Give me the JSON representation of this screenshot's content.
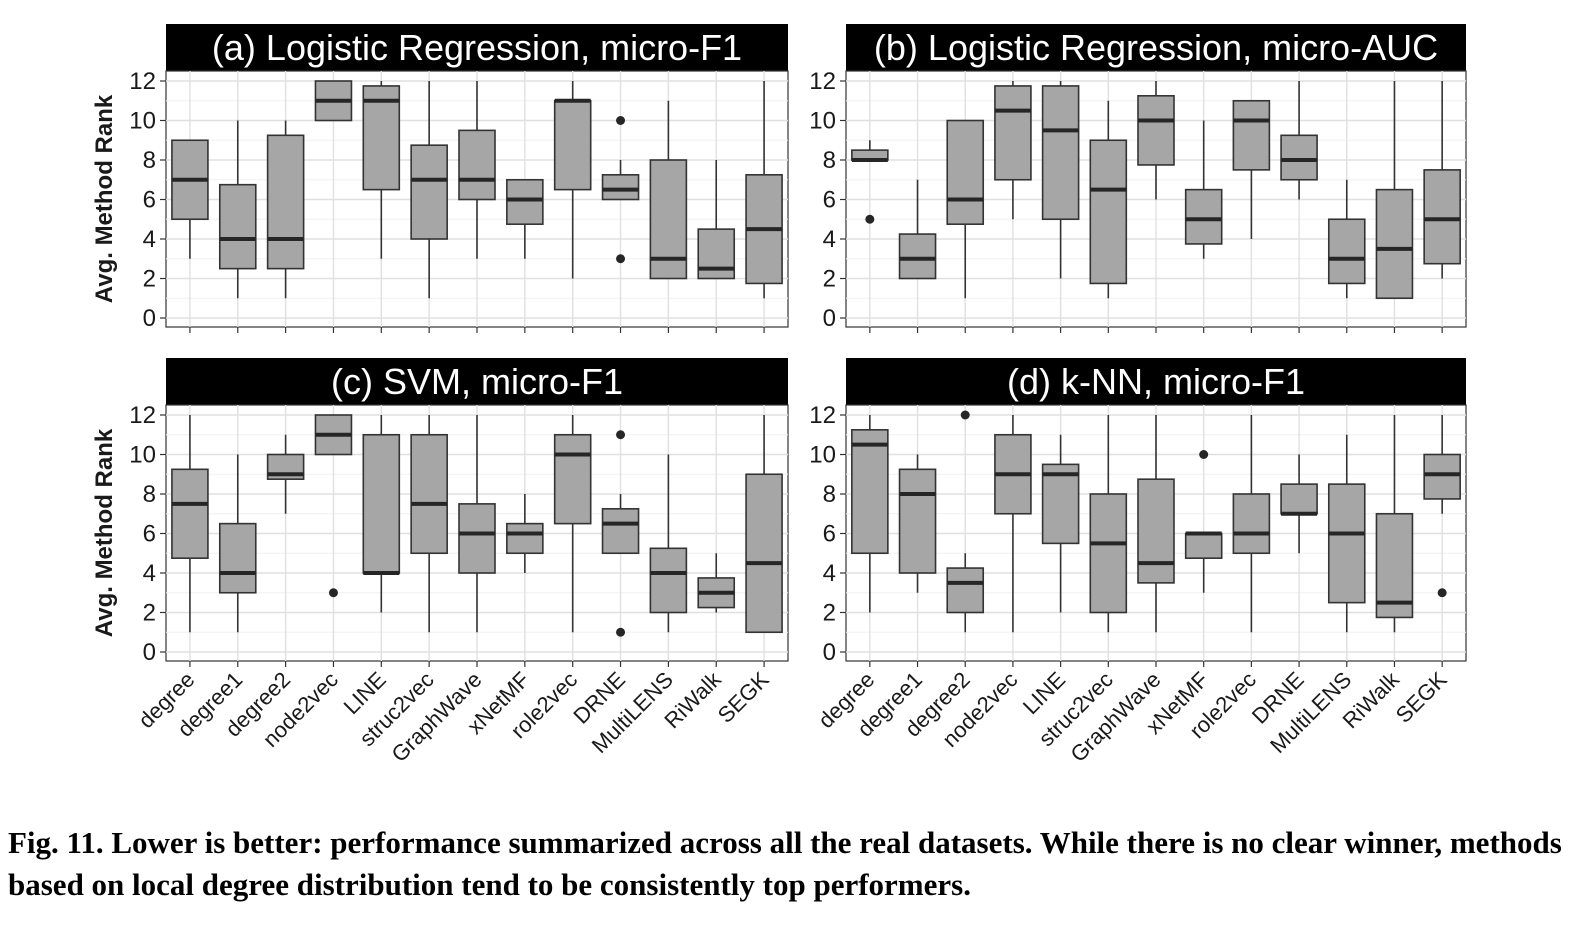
{
  "figure": {
    "caption": "Fig. 11. Lower is better: performance summarized across all the real datasets. While there is no clear winner, methods based on local degree distribution tend to be consistently top performers."
  },
  "chart_data": [
    {
      "type": "box",
      "title": "(a) Logistic Regression, micro-F1",
      "ylabel": "Avg. Method Rank",
      "ylim": [
        0,
        12
      ],
      "yticks": [
        0,
        2,
        4,
        6,
        8,
        10,
        12
      ],
      "box_color": "#a6a6a6",
      "categories": [
        "degree",
        "degree1",
        "degree2",
        "node2vec",
        "LINE",
        "struc2vec",
        "GraphWave",
        "xNetMF",
        "role2vec",
        "DRNE",
        "MultiLENS",
        "RiWalk",
        "SEGK"
      ],
      "boxes": [
        {
          "whisker_low": 3,
          "q1": 5,
          "median": 7,
          "q3": 9,
          "whisker_high": 9,
          "outliers": []
        },
        {
          "whisker_low": 1,
          "q1": 2.5,
          "median": 4,
          "q3": 6.75,
          "whisker_high": 10,
          "outliers": []
        },
        {
          "whisker_low": 1,
          "q1": 2.5,
          "median": 4,
          "q3": 9.25,
          "whisker_high": 10,
          "outliers": []
        },
        {
          "whisker_low": 10,
          "q1": 10,
          "median": 11,
          "q3": 12,
          "whisker_high": 12,
          "outliers": []
        },
        {
          "whisker_low": 3,
          "q1": 6.5,
          "median": 11,
          "q3": 11.75,
          "whisker_high": 12,
          "outliers": []
        },
        {
          "whisker_low": 1,
          "q1": 4,
          "median": 7,
          "q3": 8.75,
          "whisker_high": 12,
          "outliers": []
        },
        {
          "whisker_low": 3,
          "q1": 6,
          "median": 7,
          "q3": 9.5,
          "whisker_high": 12,
          "outliers": []
        },
        {
          "whisker_low": 3,
          "q1": 4.75,
          "median": 6,
          "q3": 7,
          "whisker_high": 7,
          "outliers": []
        },
        {
          "whisker_low": 2,
          "q1": 6.5,
          "median": 11,
          "q3": 11,
          "whisker_high": 12,
          "outliers": []
        },
        {
          "whisker_low": 6,
          "q1": 6,
          "median": 6.5,
          "q3": 7.25,
          "whisker_high": 8,
          "outliers": [
            3,
            10
          ]
        },
        {
          "whisker_low": 2,
          "q1": 2,
          "median": 3,
          "q3": 8,
          "whisker_high": 11,
          "outliers": []
        },
        {
          "whisker_low": 2,
          "q1": 2,
          "median": 2.5,
          "q3": 4.5,
          "whisker_high": 8,
          "outliers": []
        },
        {
          "whisker_low": 1,
          "q1": 1.75,
          "median": 4.5,
          "q3": 7.25,
          "whisker_high": 12,
          "outliers": []
        }
      ]
    },
    {
      "type": "box",
      "title": "(b) Logistic Regression, micro-AUC",
      "ylabel": "",
      "ylim": [
        0,
        12
      ],
      "yticks": [
        0,
        2,
        4,
        6,
        8,
        10,
        12
      ],
      "box_color": "#a6a6a6",
      "categories": [
        "degree",
        "degree1",
        "degree2",
        "node2vec",
        "LINE",
        "struc2vec",
        "GraphWave",
        "xNetMF",
        "role2vec",
        "DRNE",
        "MultiLENS",
        "RiWalk",
        "SEGK"
      ],
      "boxes": [
        {
          "whisker_low": 8,
          "q1": 8,
          "median": 8,
          "q3": 8.5,
          "whisker_high": 9,
          "outliers": [
            5
          ]
        },
        {
          "whisker_low": 2,
          "q1": 2,
          "median": 3,
          "q3": 4.25,
          "whisker_high": 7,
          "outliers": []
        },
        {
          "whisker_low": 1,
          "q1": 4.75,
          "median": 6,
          "q3": 10,
          "whisker_high": 10,
          "outliers": []
        },
        {
          "whisker_low": 5,
          "q1": 7,
          "median": 10.5,
          "q3": 11.75,
          "whisker_high": 12,
          "outliers": []
        },
        {
          "whisker_low": 2,
          "q1": 5,
          "median": 9.5,
          "q3": 11.75,
          "whisker_high": 12,
          "outliers": []
        },
        {
          "whisker_low": 1,
          "q1": 1.75,
          "median": 6.5,
          "q3": 9,
          "whisker_high": 11,
          "outliers": []
        },
        {
          "whisker_low": 6,
          "q1": 7.75,
          "median": 10,
          "q3": 11.25,
          "whisker_high": 12,
          "outliers": []
        },
        {
          "whisker_low": 3,
          "q1": 3.75,
          "median": 5,
          "q3": 6.5,
          "whisker_high": 10,
          "outliers": []
        },
        {
          "whisker_low": 4,
          "q1": 7.5,
          "median": 10,
          "q3": 11,
          "whisker_high": 11,
          "outliers": []
        },
        {
          "whisker_low": 6,
          "q1": 7,
          "median": 8,
          "q3": 9.25,
          "whisker_high": 12,
          "outliers": []
        },
        {
          "whisker_low": 1,
          "q1": 1.75,
          "median": 3,
          "q3": 5,
          "whisker_high": 7,
          "outliers": []
        },
        {
          "whisker_low": 1,
          "q1": 1,
          "median": 3.5,
          "q3": 6.5,
          "whisker_high": 12,
          "outliers": []
        },
        {
          "whisker_low": 2,
          "q1": 2.75,
          "median": 5,
          "q3": 7.5,
          "whisker_high": 12,
          "outliers": []
        }
      ]
    },
    {
      "type": "box",
      "title": "(c) SVM, micro-F1",
      "ylabel": "Avg. Method Rank",
      "ylim": [
        0,
        12
      ],
      "yticks": [
        0,
        2,
        4,
        6,
        8,
        10,
        12
      ],
      "box_color": "#a6a6a6",
      "categories": [
        "degree",
        "degree1",
        "degree2",
        "node2vec",
        "LINE",
        "struc2vec",
        "GraphWave",
        "xNetMF",
        "role2vec",
        "DRNE",
        "MultiLENS",
        "RiWalk",
        "SEGK"
      ],
      "boxes": [
        {
          "whisker_low": 1,
          "q1": 4.75,
          "median": 7.5,
          "q3": 9.25,
          "whisker_high": 12,
          "outliers": []
        },
        {
          "whisker_low": 1,
          "q1": 3,
          "median": 4,
          "q3": 6.5,
          "whisker_high": 10,
          "outliers": []
        },
        {
          "whisker_low": 7,
          "q1": 8.75,
          "median": 9,
          "q3": 10,
          "whisker_high": 11,
          "outliers": []
        },
        {
          "whisker_low": 10,
          "q1": 10,
          "median": 11,
          "q3": 12,
          "whisker_high": 12,
          "outliers": [
            3
          ]
        },
        {
          "whisker_low": 2,
          "q1": 4,
          "median": 4,
          "q3": 11,
          "whisker_high": 12,
          "outliers": []
        },
        {
          "whisker_low": 1,
          "q1": 5,
          "median": 7.5,
          "q3": 11,
          "whisker_high": 12,
          "outliers": []
        },
        {
          "whisker_low": 1,
          "q1": 4,
          "median": 6,
          "q3": 7.5,
          "whisker_high": 12,
          "outliers": []
        },
        {
          "whisker_low": 4,
          "q1": 5,
          "median": 6,
          "q3": 6.5,
          "whisker_high": 8,
          "outliers": []
        },
        {
          "whisker_low": 1,
          "q1": 6.5,
          "median": 10,
          "q3": 11,
          "whisker_high": 12,
          "outliers": []
        },
        {
          "whisker_low": 5,
          "q1": 5,
          "median": 6.5,
          "q3": 7.25,
          "whisker_high": 8,
          "outliers": [
            1,
            11
          ]
        },
        {
          "whisker_low": 1,
          "q1": 2,
          "median": 4,
          "q3": 5.25,
          "whisker_high": 10,
          "outliers": []
        },
        {
          "whisker_low": 2,
          "q1": 2.25,
          "median": 3,
          "q3": 3.75,
          "whisker_high": 5,
          "outliers": []
        },
        {
          "whisker_low": 1,
          "q1": 1,
          "median": 4.5,
          "q3": 9,
          "whisker_high": 12,
          "outliers": []
        }
      ]
    },
    {
      "type": "box",
      "title": "(d) k-NN, micro-F1",
      "ylabel": "",
      "ylim": [
        0,
        12
      ],
      "yticks": [
        0,
        2,
        4,
        6,
        8,
        10,
        12
      ],
      "box_color": "#a6a6a6",
      "categories": [
        "degree",
        "degree1",
        "degree2",
        "node2vec",
        "LINE",
        "struc2vec",
        "GraphWave",
        "xNetMF",
        "role2vec",
        "DRNE",
        "MultiLENS",
        "RiWalk",
        "SEGK"
      ],
      "boxes": [
        {
          "whisker_low": 2,
          "q1": 5,
          "median": 10.5,
          "q3": 11.25,
          "whisker_high": 12,
          "outliers": []
        },
        {
          "whisker_low": 3,
          "q1": 4,
          "median": 8,
          "q3": 9.25,
          "whisker_high": 10,
          "outliers": []
        },
        {
          "whisker_low": 1,
          "q1": 2,
          "median": 3.5,
          "q3": 4.25,
          "whisker_high": 5,
          "outliers": [
            12
          ]
        },
        {
          "whisker_low": 1,
          "q1": 7,
          "median": 9,
          "q3": 11,
          "whisker_high": 12,
          "outliers": []
        },
        {
          "whisker_low": 2,
          "q1": 5.5,
          "median": 9,
          "q3": 9.5,
          "whisker_high": 11,
          "outliers": []
        },
        {
          "whisker_low": 1,
          "q1": 2,
          "median": 5.5,
          "q3": 8,
          "whisker_high": 12,
          "outliers": []
        },
        {
          "whisker_low": 1,
          "q1": 3.5,
          "median": 4.5,
          "q3": 8.75,
          "whisker_high": 12,
          "outliers": []
        },
        {
          "whisker_low": 3,
          "q1": 4.75,
          "median": 6,
          "q3": 6,
          "whisker_high": 6,
          "outliers": [
            10
          ]
        },
        {
          "whisker_low": 1,
          "q1": 5,
          "median": 6,
          "q3": 8,
          "whisker_high": 12,
          "outliers": []
        },
        {
          "whisker_low": 5,
          "q1": 7,
          "median": 7,
          "q3": 8.5,
          "whisker_high": 10,
          "outliers": []
        },
        {
          "whisker_low": 1,
          "q1": 2.5,
          "median": 6,
          "q3": 8.5,
          "whisker_high": 11,
          "outliers": []
        },
        {
          "whisker_low": 1,
          "q1": 1.75,
          "median": 2.5,
          "q3": 7,
          "whisker_high": 12,
          "outliers": []
        },
        {
          "whisker_low": 7,
          "q1": 7.75,
          "median": 9,
          "q3": 10,
          "whisker_high": 12,
          "outliers": [
            3
          ]
        }
      ]
    }
  ]
}
